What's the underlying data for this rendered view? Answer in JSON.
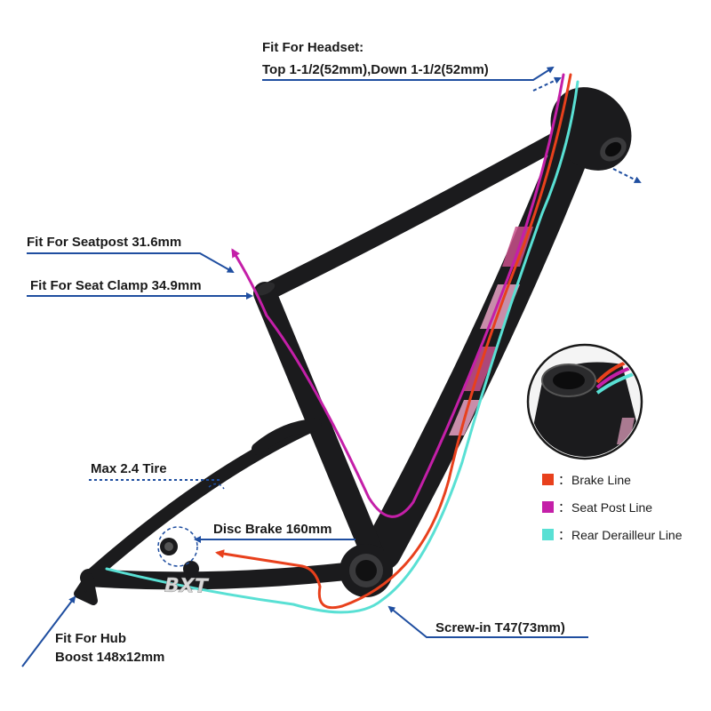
{
  "labels": {
    "headset_line1": "Fit For Headset:",
    "headset_line2": "Top 1-1/2(52mm),Down 1-1/2(52mm)",
    "seatpost": "Fit For Seatpost 31.6mm",
    "seat_clamp": "Fit For Seat Clamp 34.9mm",
    "tire": "Max 2.4 Tire",
    "disc_brake": "Disc Brake 160mm",
    "bottom_bracket": "Screw-in T47(73mm)",
    "hub_line1": "Fit For Hub",
    "hub_line2": "Boost 148x12mm"
  },
  "legend": [
    {
      "name": "Brake Line",
      "color": "#e8401c"
    },
    {
      "name": "Seat Post Line",
      "color": "#c41fa8"
    },
    {
      "name": "Rear Derailleur Line",
      "color": "#59e0d4"
    }
  ],
  "legend_separator": "：",
  "frame_logo": "BXT",
  "colors": {
    "frame": "#1b1b1d",
    "leader": "#1f4ea0",
    "brake": "#e8401c",
    "seatpost": "#c41fa8",
    "derailleur": "#59e0d4"
  }
}
